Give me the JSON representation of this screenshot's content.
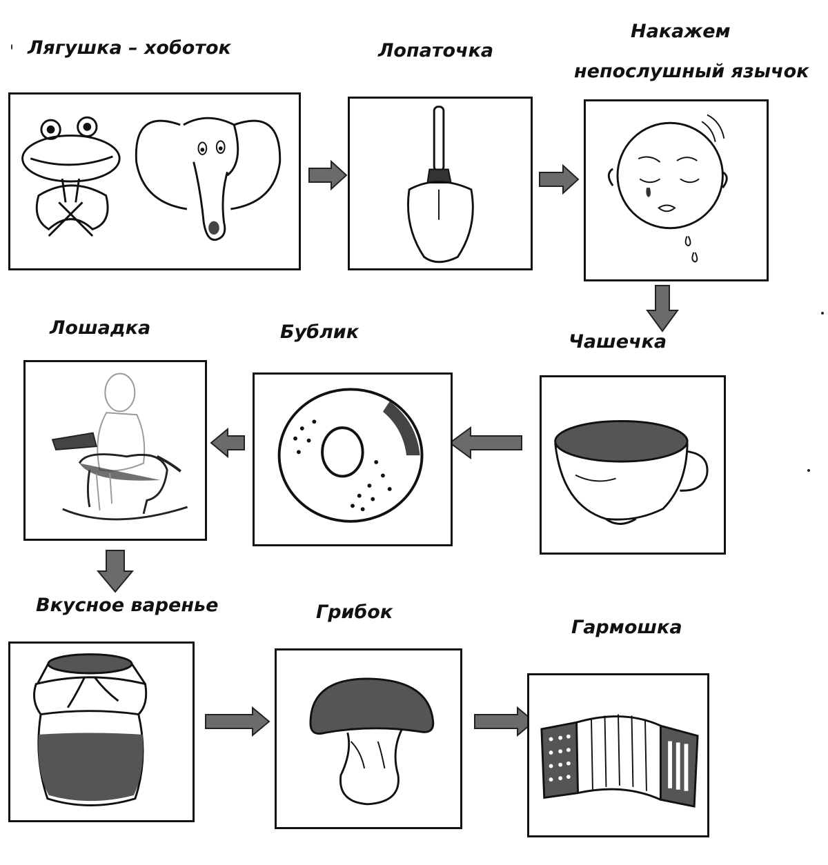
{
  "steps": [
    {
      "label": "Лягушка – хоботок",
      "icon": "frog-and-elephant-icon"
    },
    {
      "label": "Лопаточка",
      "icon": "shovel-icon"
    },
    {
      "label_lines": [
        "Накажем",
        "непослушный язычок"
      ],
      "icon": "crying-face-icon"
    },
    {
      "label": "Чашечка",
      "icon": "cup-icon"
    },
    {
      "label": "Бублик",
      "icon": "bagel-icon"
    },
    {
      "label": "Лошадка",
      "icon": "rocking-horse-icon"
    },
    {
      "label": "Вкусное варенье",
      "icon": "jam-jar-icon"
    },
    {
      "label": "Грибок",
      "icon": "mushroom-icon"
    },
    {
      "label": "Гармошка",
      "icon": "accordion-icon"
    }
  ],
  "colors": {
    "ink": "#111111",
    "fill": "#555555",
    "arrow": "#6b6b6b"
  }
}
